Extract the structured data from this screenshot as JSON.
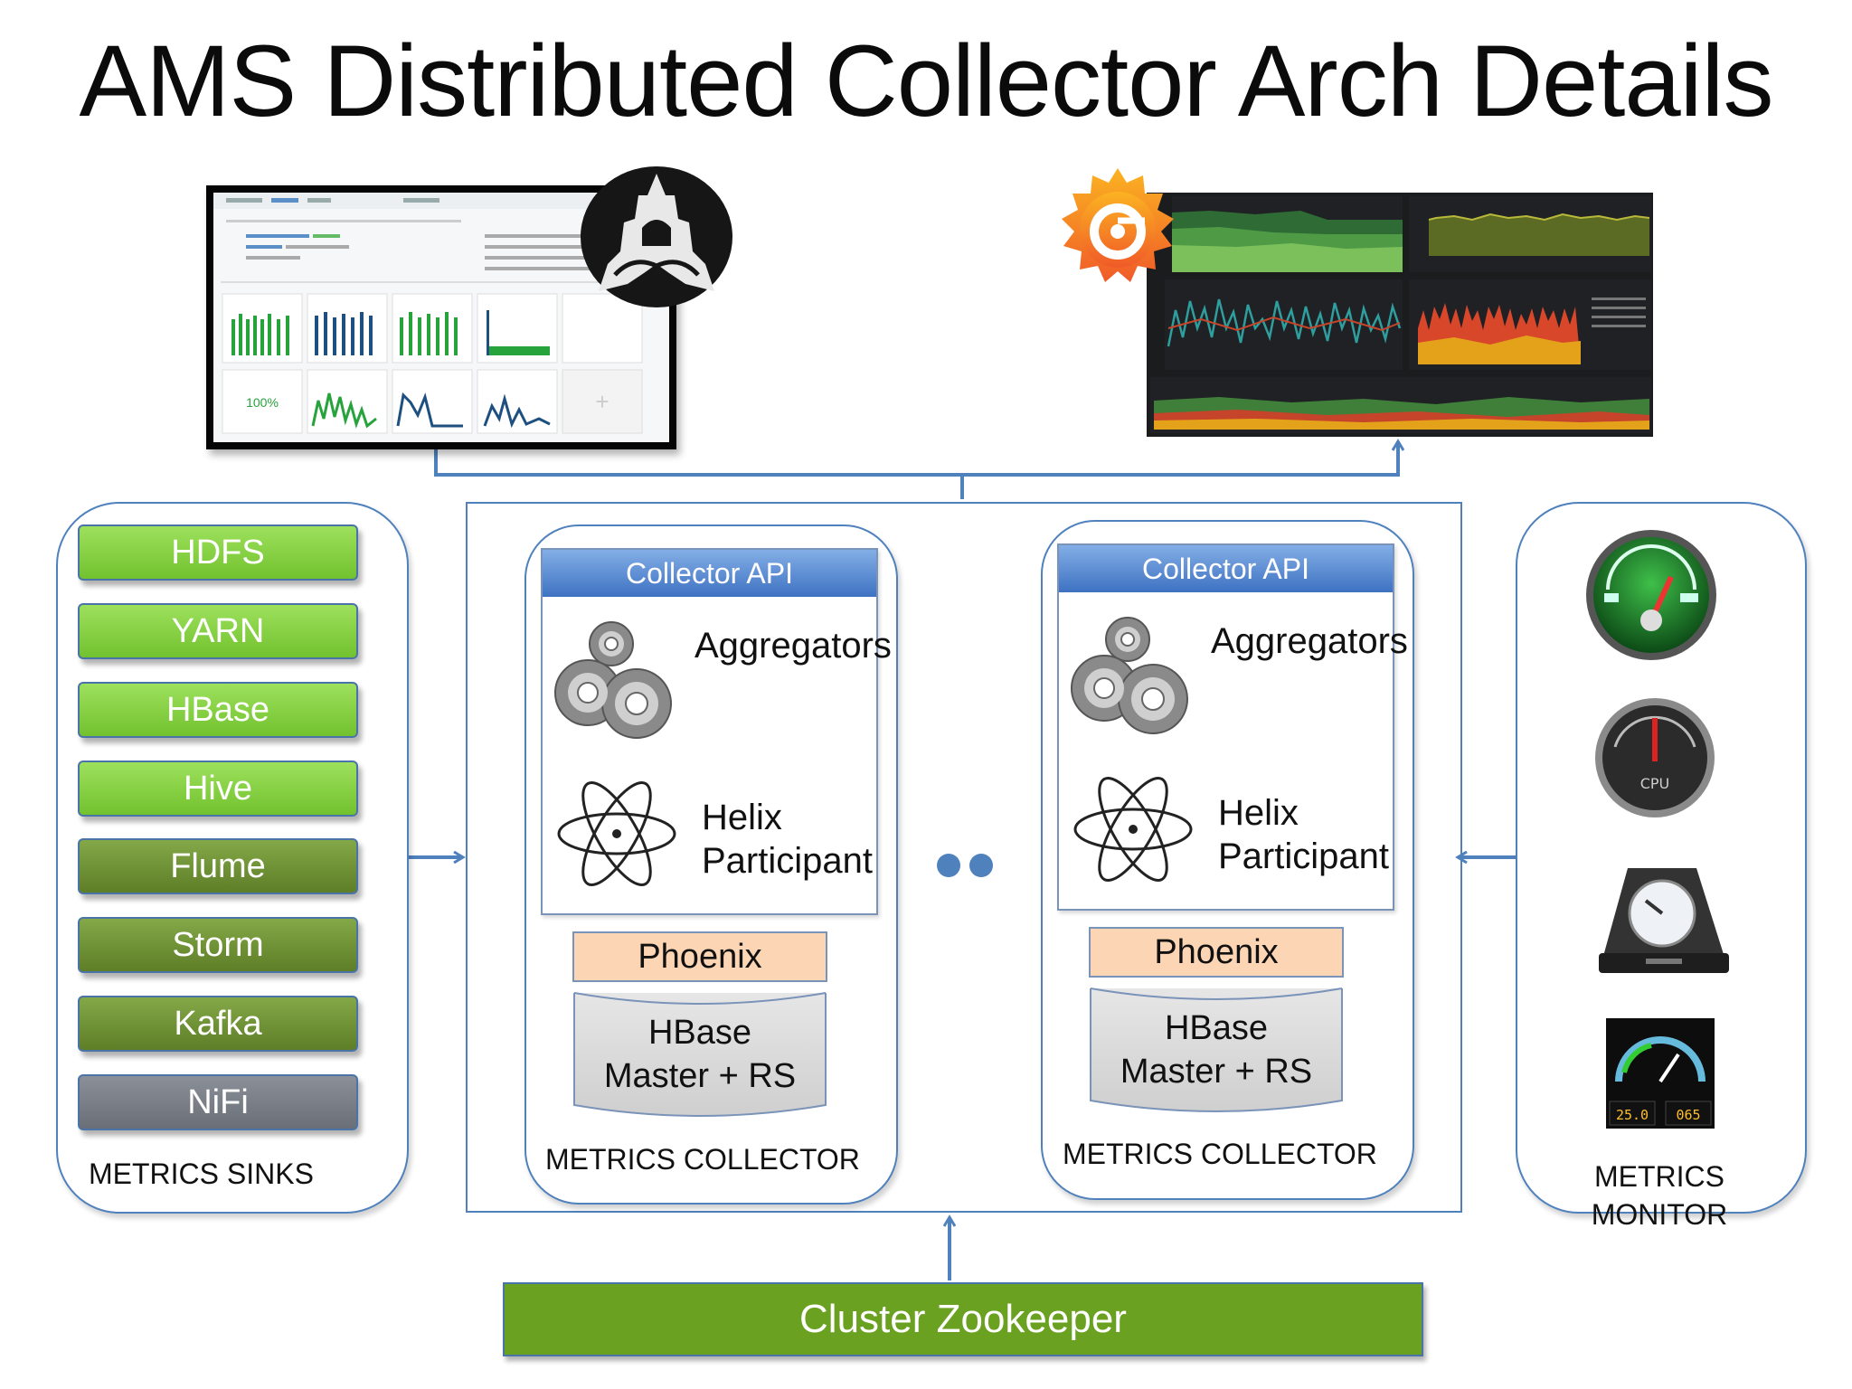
{
  "title": "AMS Distributed Collector Arch Details",
  "sinks": {
    "items": [
      "HDFS",
      "YARN",
      "HBase",
      "Hive",
      "Flume",
      "Storm",
      "Kafka",
      "NiFi"
    ],
    "label": "METRICS SINKS"
  },
  "collectors": [
    {
      "api": "Collector API",
      "aggregators": "Aggregators",
      "helix_line1": "Helix",
      "helix_line2": "Participant",
      "phoenix": "Phoenix",
      "hbase_line1": "HBase",
      "hbase_line2": "Master + RS",
      "label": "METRICS COLLECTOR"
    },
    {
      "api": "Collector API",
      "aggregators": "Aggregators",
      "helix_line1": "Helix",
      "helix_line2": "Participant",
      "phoenix": "Phoenix",
      "hbase_line1": "HBase",
      "hbase_line2": "Master + RS",
      "label": "METRICS COLLECTOR"
    }
  ],
  "monitor": {
    "label_line1": "METRICS",
    "label_line2": "MONITOR",
    "gauge_text": "CPU",
    "digital_left": "25.0",
    "digital_right": "065"
  },
  "zookeeper": "Cluster Zookeeper",
  "ambari_screen": {
    "tile_value": "100%"
  },
  "colors": {
    "frame_blue": "#4f81bd",
    "api_blue": "#3e72c2",
    "sink_light": "#7cc83a",
    "sink_dark": "#6b8e2f",
    "sink_gray": "#7a7f87",
    "phoenix": "#fcd5b4",
    "zookeeper": "#6aa121"
  },
  "icons": [
    "ambari-logo-icon",
    "grafana-logo-icon",
    "gears-icon",
    "atom-icon",
    "speedometer-icon",
    "cpu-gauge-icon",
    "disk-utility-icon",
    "digital-gauge-icon",
    "arrow-icon"
  ]
}
